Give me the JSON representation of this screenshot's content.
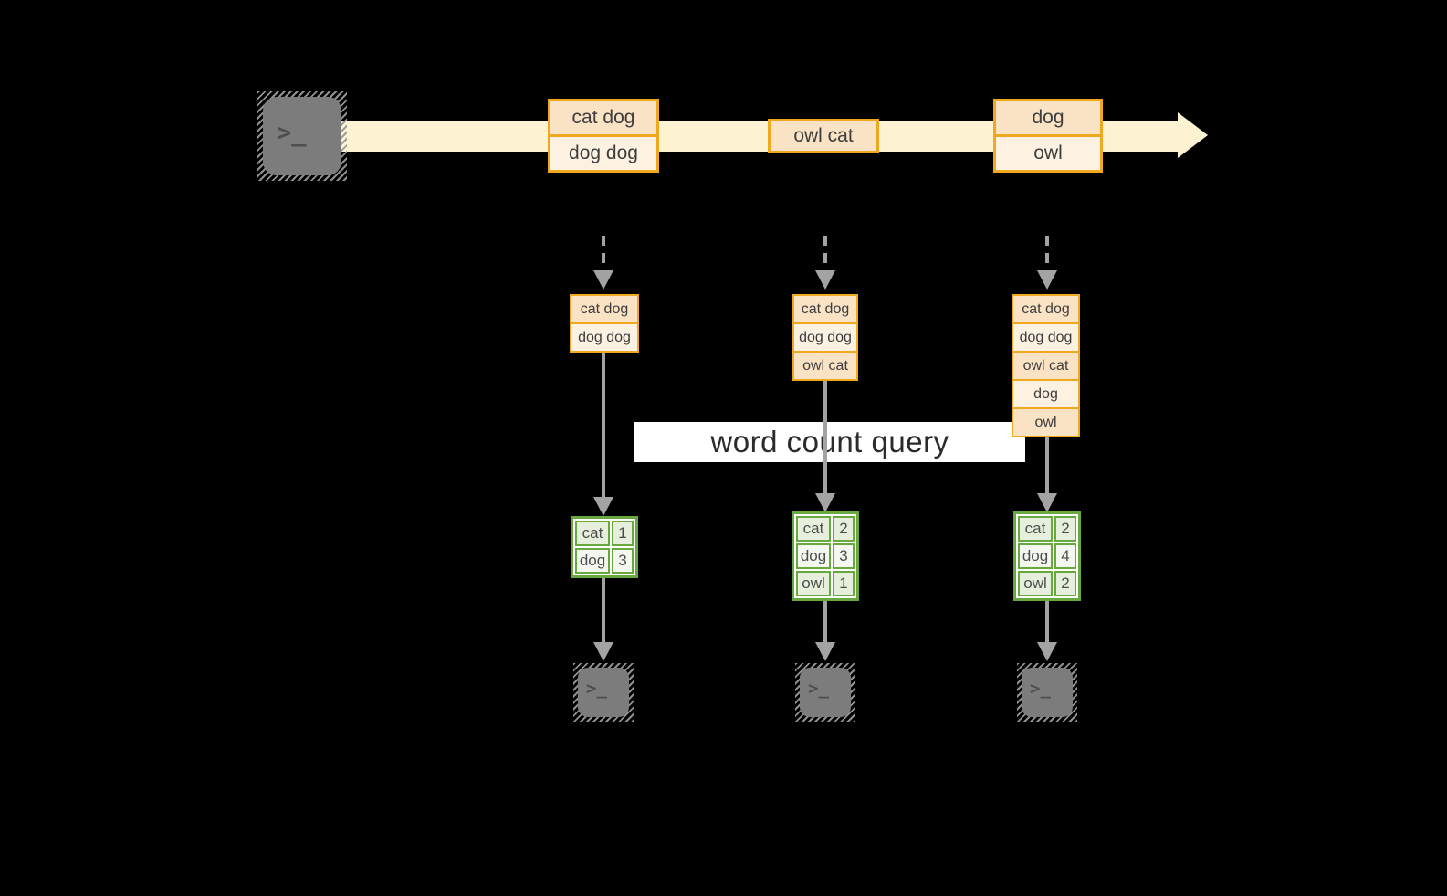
{
  "query_label": "word count query",
  "terminal_glyph": ">_",
  "stream_events": [
    {
      "rows": [
        "cat dog",
        "dog dog"
      ]
    },
    {
      "rows": [
        "owl cat"
      ]
    },
    {
      "rows": [
        "dog",
        "owl"
      ]
    }
  ],
  "panes": [
    {
      "buffer": [
        "cat dog",
        "dog dog"
      ],
      "counts": [
        [
          "cat",
          "1"
        ],
        [
          "dog",
          "3"
        ]
      ]
    },
    {
      "buffer": [
        "cat dog",
        "dog dog",
        "owl cat"
      ],
      "counts": [
        [
          "cat",
          "2"
        ],
        [
          "dog",
          "3"
        ],
        [
          "owl",
          "1"
        ]
      ]
    },
    {
      "buffer": [
        "cat dog",
        "dog dog",
        "owl cat",
        "dog",
        "owl"
      ],
      "counts": [
        [
          "cat",
          "2"
        ],
        [
          "dog",
          "4"
        ],
        [
          "owl",
          "2"
        ]
      ]
    }
  ],
  "colors": {
    "background": "#000000",
    "stream_band": "#fdf3d2",
    "event_box_border": "#f0a81e",
    "event_fill_dark": "#fae3c4",
    "event_fill_light": "#fdf2e1",
    "table_border": "#67a83f",
    "table_fill_dark": "#e6eedc",
    "table_fill_light": "#f3f7ef",
    "connector_gray": "#a3a3a3",
    "terminal_gray": "#7c7c7c",
    "label_text": "#3d3d3d",
    "query_text": "#2b2b2b",
    "query_band": "#ffffff"
  }
}
